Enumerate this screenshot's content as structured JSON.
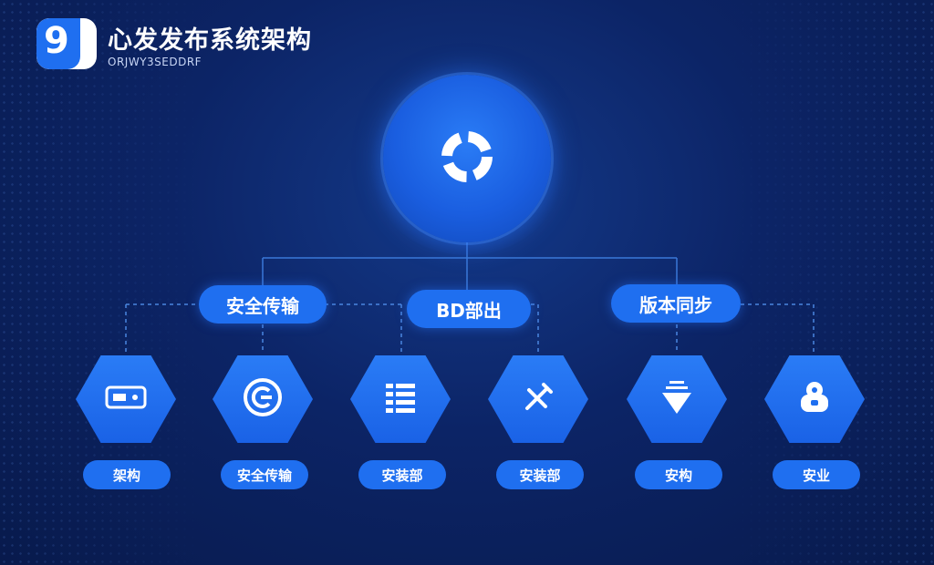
{
  "header": {
    "logo_glyph": "9",
    "title": "心发发布系统架构",
    "subtitle": "ORJWY3SEDDRF"
  },
  "hub": {
    "icon": "recycle-icon"
  },
  "categories": [
    {
      "label": "安全传输"
    },
    {
      "label": "BD部出"
    },
    {
      "label": "版本同步"
    }
  ],
  "components": [
    {
      "icon": "device-icon",
      "label": "架构"
    },
    {
      "icon": "ring-icon",
      "label": "安全传输"
    },
    {
      "icon": "list-icon",
      "label": "安装部"
    },
    {
      "icon": "tools-icon",
      "label": "安装部"
    },
    {
      "icon": "funnel-icon",
      "label": "安构"
    },
    {
      "icon": "cloud-icon",
      "label": "安业"
    }
  ],
  "colors": {
    "accent": "#1f6ff0",
    "background": "#0c2466",
    "text": "#ffffff"
  }
}
